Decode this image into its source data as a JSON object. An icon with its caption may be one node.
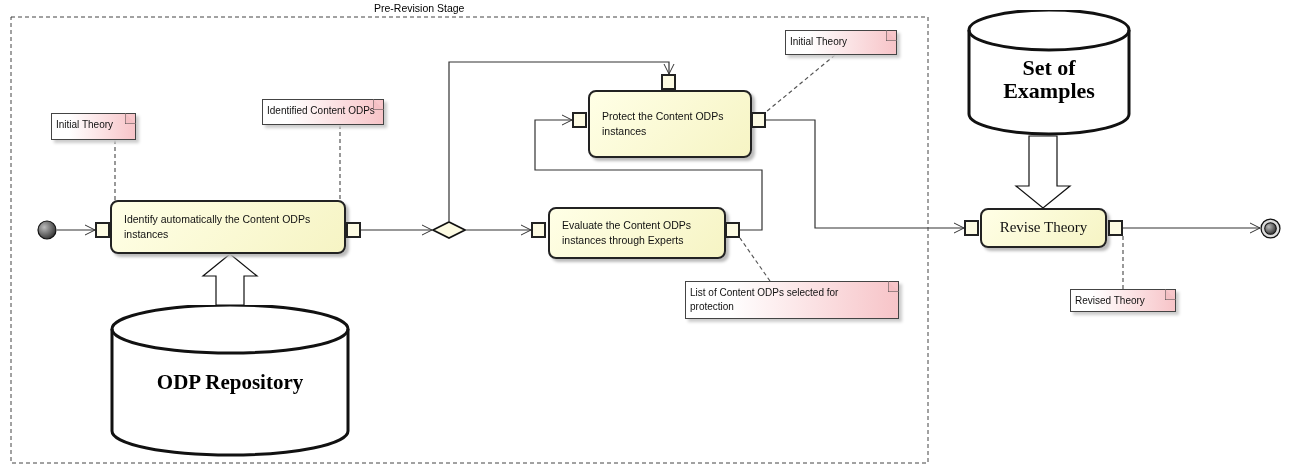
{
  "diagram": {
    "nodes": [
      {
        "text": [
          "Pre-Revision Stage"
        ]
      },
      {
        "text": [],
        "shape": "circle",
        "in": 0
      },
      {
        "text": [
          "Initial Theory"
        ],
        "in": 0
      },
      {
        "text": [
          "Identified Content ODPs"
        ],
        "in": 0
      },
      {
        "text": [
          "Identify automatically the Content ODPs instances"
        ],
        "in": 0
      },
      {
        "text": [
          "ODP Repository"
        ],
        "in": 0
      },
      {
        "text": [],
        "shape": "diamond",
        "in": 0
      },
      {
        "text": [
          "Initial Theory"
        ],
        "in": 0
      },
      {
        "text": [
          "Protect the Content ODPs instances"
        ],
        "in": 0
      },
      {
        "text": [
          "Evaluate the Content ODPs instances through Experts"
        ],
        "in": 0
      },
      {
        "text": [
          "List of Content ODPs selected for protection"
        ],
        "in": 0
      },
      {
        "text": [
          "Set of Examples"
        ]
      },
      {
        "text": [
          "Revise Theory"
        ]
      },
      {
        "text": [],
        "shape": "circle"
      },
      {
        "text": [
          "Revised Theory"
        ]
      }
    ],
    "edges": [
      {
        "from": 1,
        "to": 4,
        "arrow": "to"
      },
      {
        "from": 4,
        "to": 6,
        "arrow": "to"
      },
      {
        "from": 6,
        "to": 9,
        "arrow": "to"
      },
      {
        "from": 6,
        "to": 8,
        "arrow": "to"
      },
      {
        "from": 9,
        "to": 8,
        "arrow": "to"
      },
      {
        "from": 8,
        "to": 12,
        "arrow": "to"
      },
      {
        "from": 12,
        "to": 13,
        "arrow": "to"
      },
      {
        "from": 5,
        "to": 4,
        "arrow": "to",
        "style": "thick"
      },
      {
        "from": 11,
        "to": 12,
        "arrow": "to",
        "style": "thick"
      },
      {
        "from": 2,
        "to": 4,
        "arrow": "none",
        "style": "dashed"
      },
      {
        "from": 3,
        "to": 4,
        "arrow": "none",
        "style": "dashed"
      },
      {
        "from": 7,
        "to": 8,
        "arrow": "none",
        "style": "dashed"
      },
      {
        "from": 10,
        "to": 9,
        "arrow": "none",
        "style": "dashed"
      },
      {
        "from": 14,
        "to": 12,
        "arrow": "none",
        "style": "dashed"
      }
    ]
  }
}
